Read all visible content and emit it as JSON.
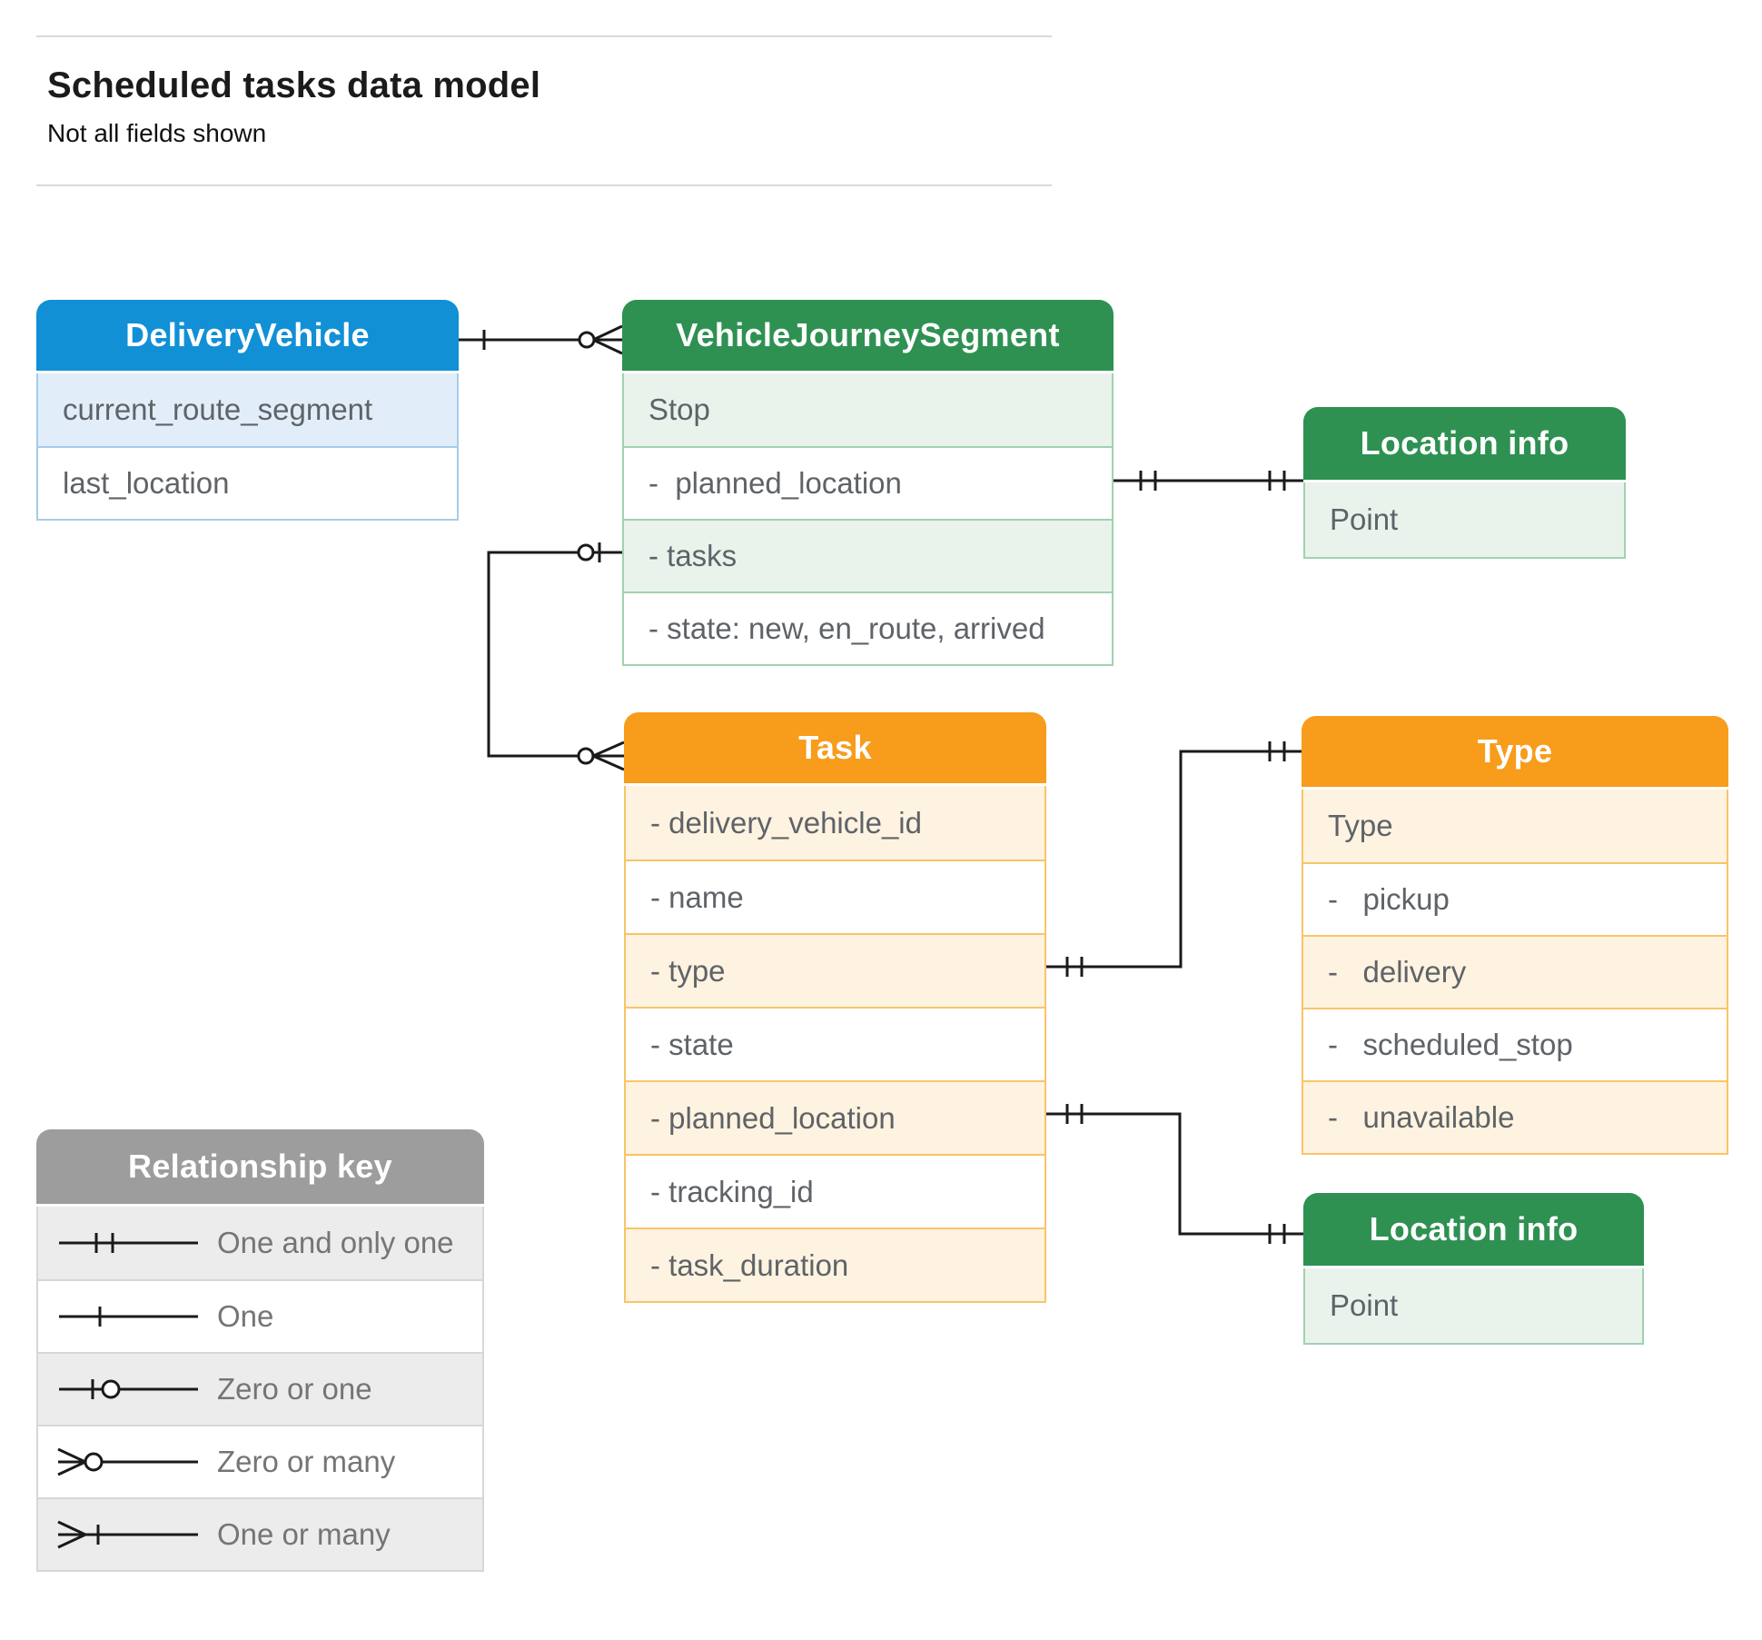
{
  "page": {
    "title": "Scheduled tasks data model",
    "subtitle": "Not all fields shown"
  },
  "entities": {
    "delivery_vehicle": {
      "title": "DeliveryVehicle",
      "rows": [
        "current_route_segment",
        "last_location"
      ]
    },
    "vehicle_journey_segment": {
      "title": "VehicleJourneySegment",
      "rows": [
        "Stop",
        "-  planned_location",
        "- tasks",
        "- state: new, en_route, arrived"
      ]
    },
    "location_info_top": {
      "title": "Location info",
      "rows": [
        "Point"
      ]
    },
    "task": {
      "title": "Task",
      "rows": [
        "- delivery_vehicle_id",
        "- name",
        "- type",
        "- state",
        "- planned_location",
        "- tracking_id",
        "- task_duration"
      ]
    },
    "type": {
      "title": "Type",
      "rows": [
        "Type",
        "-   pickup",
        "-   delivery",
        "-   scheduled_stop",
        "-   unavailable"
      ]
    },
    "location_info_bottom": {
      "title": "Location info",
      "rows": [
        "Point"
      ]
    }
  },
  "legend": {
    "title": "Relationship key",
    "items": [
      {
        "symbol": "one-and-only-one",
        "label": "One and only one"
      },
      {
        "symbol": "one",
        "label": "One"
      },
      {
        "symbol": "zero-or-one",
        "label": "Zero or one"
      },
      {
        "symbol": "zero-or-many",
        "label": "Zero or many"
      },
      {
        "symbol": "one-or-many",
        "label": "One or many"
      }
    ]
  },
  "connectors": [
    {
      "from": "DeliveryVehicle",
      "to": "VehicleJourneySegment",
      "from_cardinality": "one",
      "to_cardinality": "zero-or-many"
    },
    {
      "from": "VehicleJourneySegment.tasks",
      "to": "Task",
      "from_cardinality": "zero-or-one",
      "to_cardinality": "zero-or-many"
    },
    {
      "from": "VehicleJourneySegment.planned_location",
      "to": "Location info",
      "from_cardinality": "one-and-only-one",
      "to_cardinality": "one-and-only-one"
    },
    {
      "from": "Task.type",
      "to": "Type",
      "from_cardinality": "one-and-only-one",
      "to_cardinality": "one-and-only-one"
    },
    {
      "from": "Task.planned_location",
      "to": "Location info",
      "from_cardinality": "one-and-only-one",
      "to_cardinality": "one-and-only-one"
    }
  ],
  "colors": {
    "blue_header": "#1190d5",
    "blue_row": "#e1eefa",
    "green_header": "#2e9152",
    "green_row": "#e9f3ec",
    "orange_header": "#f89c1b",
    "orange_row": "#fdf3e0",
    "gray_header": "#9d9d9d",
    "gray_row": "#ececec",
    "field_text": "#5f6368",
    "line": "#1a1a1a"
  }
}
